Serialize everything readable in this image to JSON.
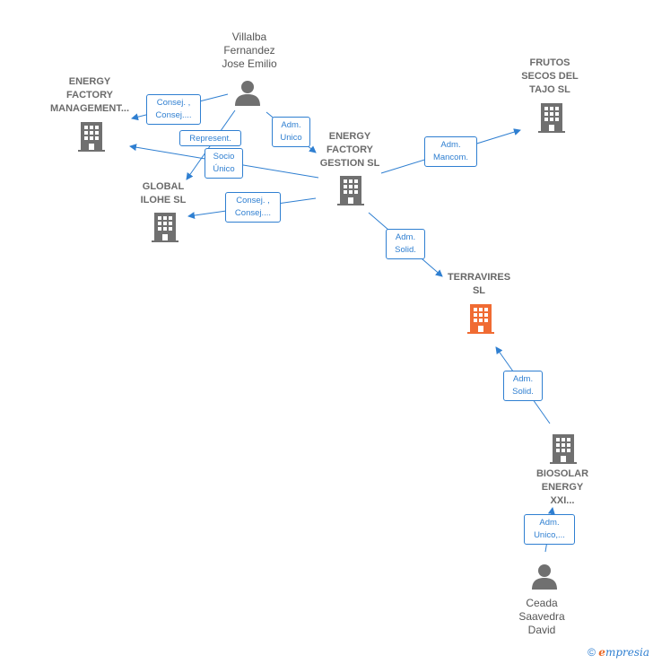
{
  "nodes": {
    "villalba": {
      "label": "Villalba\nFernandez\nJose Emilio",
      "kind": "person"
    },
    "energy_management": {
      "label": "ENERGY\nFACTORY\nMANAGEMENT...",
      "kind": "company"
    },
    "energy_gestion": {
      "label": "ENERGY\nFACTORY\nGESTION  SL",
      "kind": "company"
    },
    "frutos": {
      "label": "FRUTOS\nSECOS DEL\nTAJO  SL",
      "kind": "company"
    },
    "global_ilohe": {
      "label": "GLOBAL\nILOHE  SL",
      "kind": "company"
    },
    "terravires": {
      "label": "TERRAVIRES\nSL",
      "kind": "focus"
    },
    "biosolar": {
      "label": "BIOSOLAR\nENERGY\nXXI...",
      "kind": "company"
    },
    "ceada": {
      "label": "Ceada\nSaavedra\nDavid",
      "kind": "person"
    }
  },
  "edges": {
    "consej_management": "Consej. ,\nConsej....",
    "represent": "Represent.",
    "adm_unico_gestion": "Adm.\nUnico",
    "socio_unico": "Socio\nÚnico",
    "adm_mancom": "Adm.\nMancom.",
    "consej_global": "Consej. ,\nConsej....",
    "adm_solid_gestion": "Adm.\nSolid.",
    "adm_solid_biosolar": "Adm.\nSolid.",
    "adm_unico_ceada": "Adm.\nUnico,..."
  },
  "footer": {
    "copyright": "©",
    "brand_e": "e",
    "brand_rest": "mpresia"
  },
  "colors": {
    "edge": "#2f7fd1",
    "company_icon": "#707070",
    "focus_icon": "#f06b33",
    "person_icon": "#707070"
  }
}
